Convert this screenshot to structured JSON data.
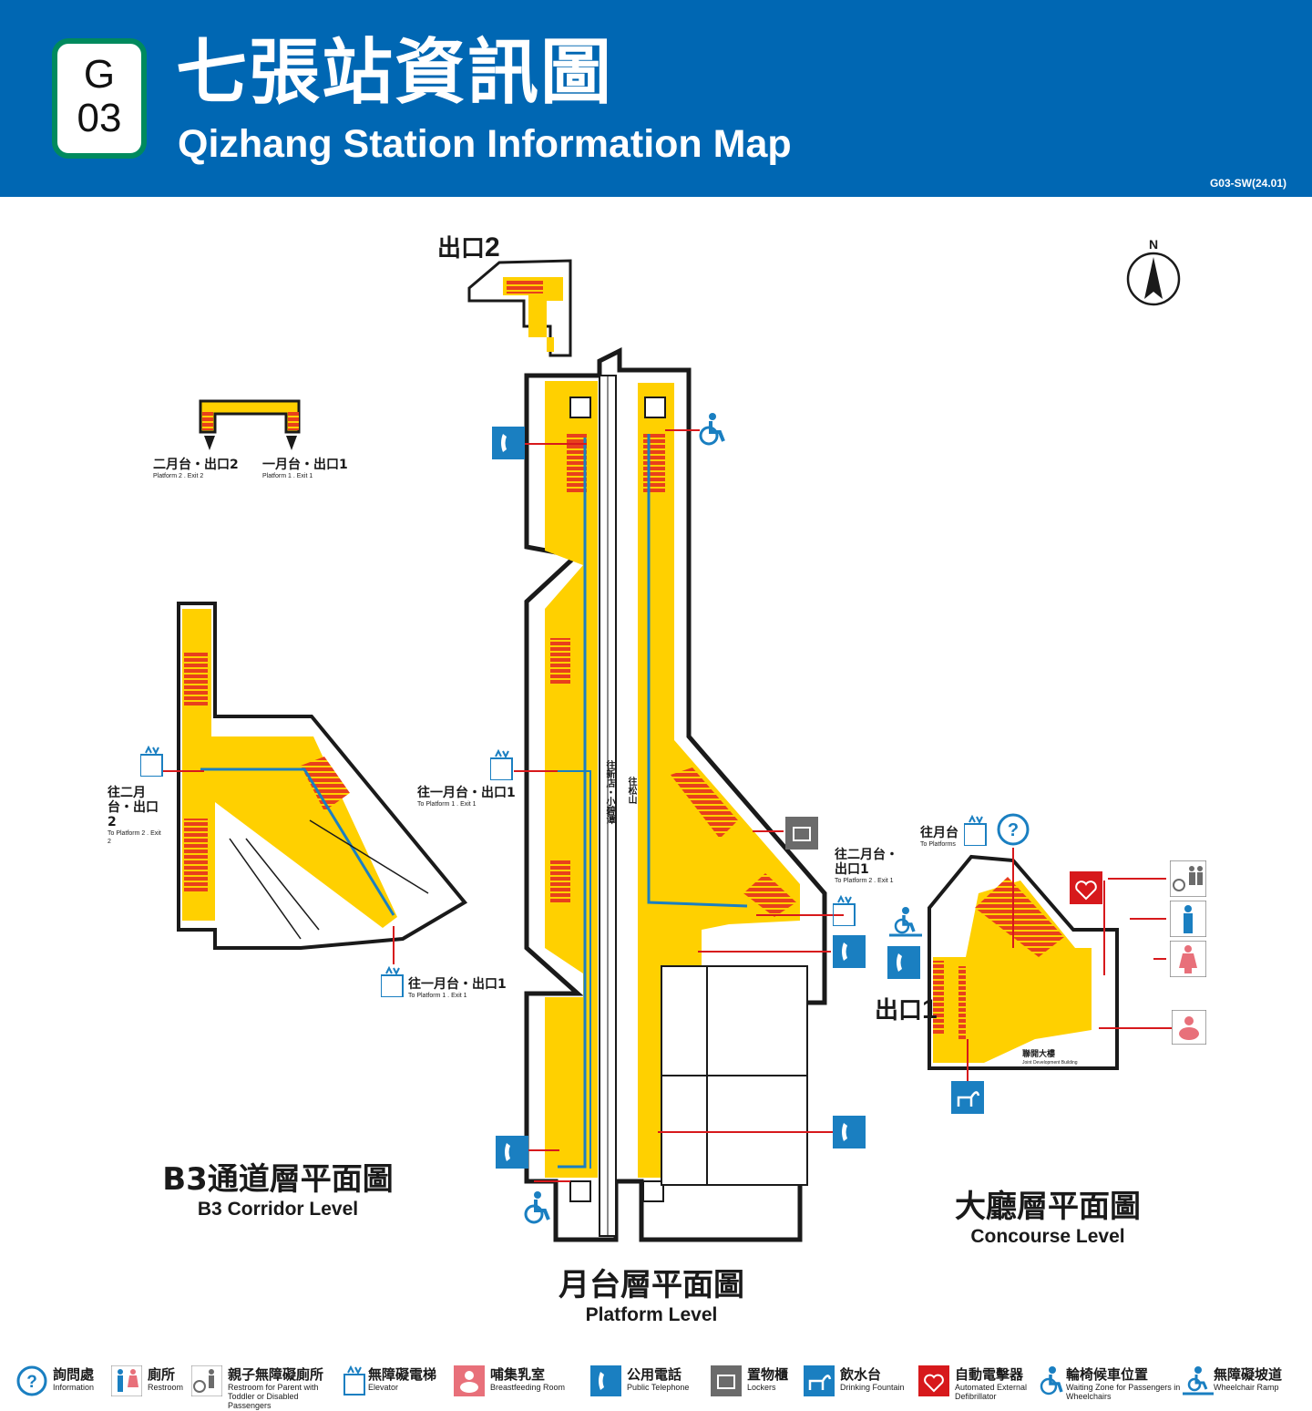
{
  "header": {
    "line_code": "G",
    "station_number": "03",
    "title_zh": "七張站資訊圖",
    "title_en": "Qizhang Station Information Map",
    "map_code": "G03-SW(24.01)",
    "brand_color": "#0067b3",
    "line_color": "#008a5e"
  },
  "compass": {
    "label": "N"
  },
  "exits": {
    "exit2": {
      "zh": "出口",
      "num": "2"
    },
    "exit1": {
      "zh": "出口",
      "num": "1"
    }
  },
  "levels": {
    "b3": {
      "zh": "B3通道層平面圖",
      "en": "B3 Corridor Level"
    },
    "platform": {
      "zh": "月台層平面圖",
      "en": "Platform Level"
    },
    "concourse": {
      "zh": "大廳層平面圖",
      "en": "Concourse Level"
    }
  },
  "signs": {
    "inset_p2": {
      "zh": "二月台・出口2",
      "en": "Platform 2 . Exit 2"
    },
    "inset_p1": {
      "zh": "一月台・出口1",
      "en": "Platform 1 . Exit 1"
    },
    "b3_to_p2": {
      "zh": "往二月台・出口2",
      "en": "To Platform 2 . Exit 2"
    },
    "b3_to_p1": {
      "zh": "往一月台・出口1",
      "en": "To Platform 1 . Exit 1"
    },
    "pl_to_p1": {
      "zh": "往一月台・出口1",
      "en": "To Platform 1 . Exit 1"
    },
    "pl_to_p2": {
      "zh": "往二月台・出口1",
      "en": "To Platform 2 . Exit 1"
    },
    "cc_to_platforms": {
      "zh": "往月台",
      "en": "To Platforms"
    },
    "cc_joint_dev": {
      "zh": "聯開大樓",
      "en": "Joint Development Building"
    },
    "dir_xindian": {
      "zh": "往新店・小碧潭"
    },
    "dir_songshan": {
      "zh": "往松山"
    }
  },
  "colors": {
    "floor": "#ffd000",
    "stairs": "#e8401c",
    "route": "#1a7fc1",
    "callout": "#d7191c",
    "wall": "#1a1a1a"
  },
  "legend": [
    {
      "id": "information",
      "zh": "詢問處",
      "en": "Information",
      "icon": "information-icon"
    },
    {
      "id": "restroom",
      "zh": "廁所",
      "en": "Restroom",
      "icon": "restroom-icon"
    },
    {
      "id": "family_restroom",
      "zh": "親子無障礙廁所",
      "en": "Restroom for Parent with Toddler or Disabled Passengers",
      "icon": "family-restroom-icon"
    },
    {
      "id": "elevator",
      "zh": "無障礙電梯",
      "en": "Elevator",
      "icon": "elevator-icon"
    },
    {
      "id": "breastfeeding",
      "zh": "哺集乳室",
      "en": "Breastfeeding Room",
      "icon": "breastfeeding-icon"
    },
    {
      "id": "telephone",
      "zh": "公用電話",
      "en": "Public Telephone",
      "icon": "telephone-icon"
    },
    {
      "id": "lockers",
      "zh": "置物櫃",
      "en": "Lockers",
      "icon": "lockers-icon"
    },
    {
      "id": "drinking",
      "zh": "飲水台",
      "en": "Drinking Fountain",
      "icon": "drinking-fountain-icon"
    },
    {
      "id": "aed",
      "zh": "自動電擊器",
      "en": "Automated External Defibrillator",
      "icon": "aed-icon"
    },
    {
      "id": "wheelchair_zone",
      "zh": "輪椅候車位置",
      "en": "Waiting Zone for Passengers in Wheelchairs",
      "icon": "wheelchair-icon"
    },
    {
      "id": "ramp",
      "zh": "無障礙坡道",
      "en": "Wheelchair Ramp",
      "icon": "ramp-icon"
    }
  ]
}
